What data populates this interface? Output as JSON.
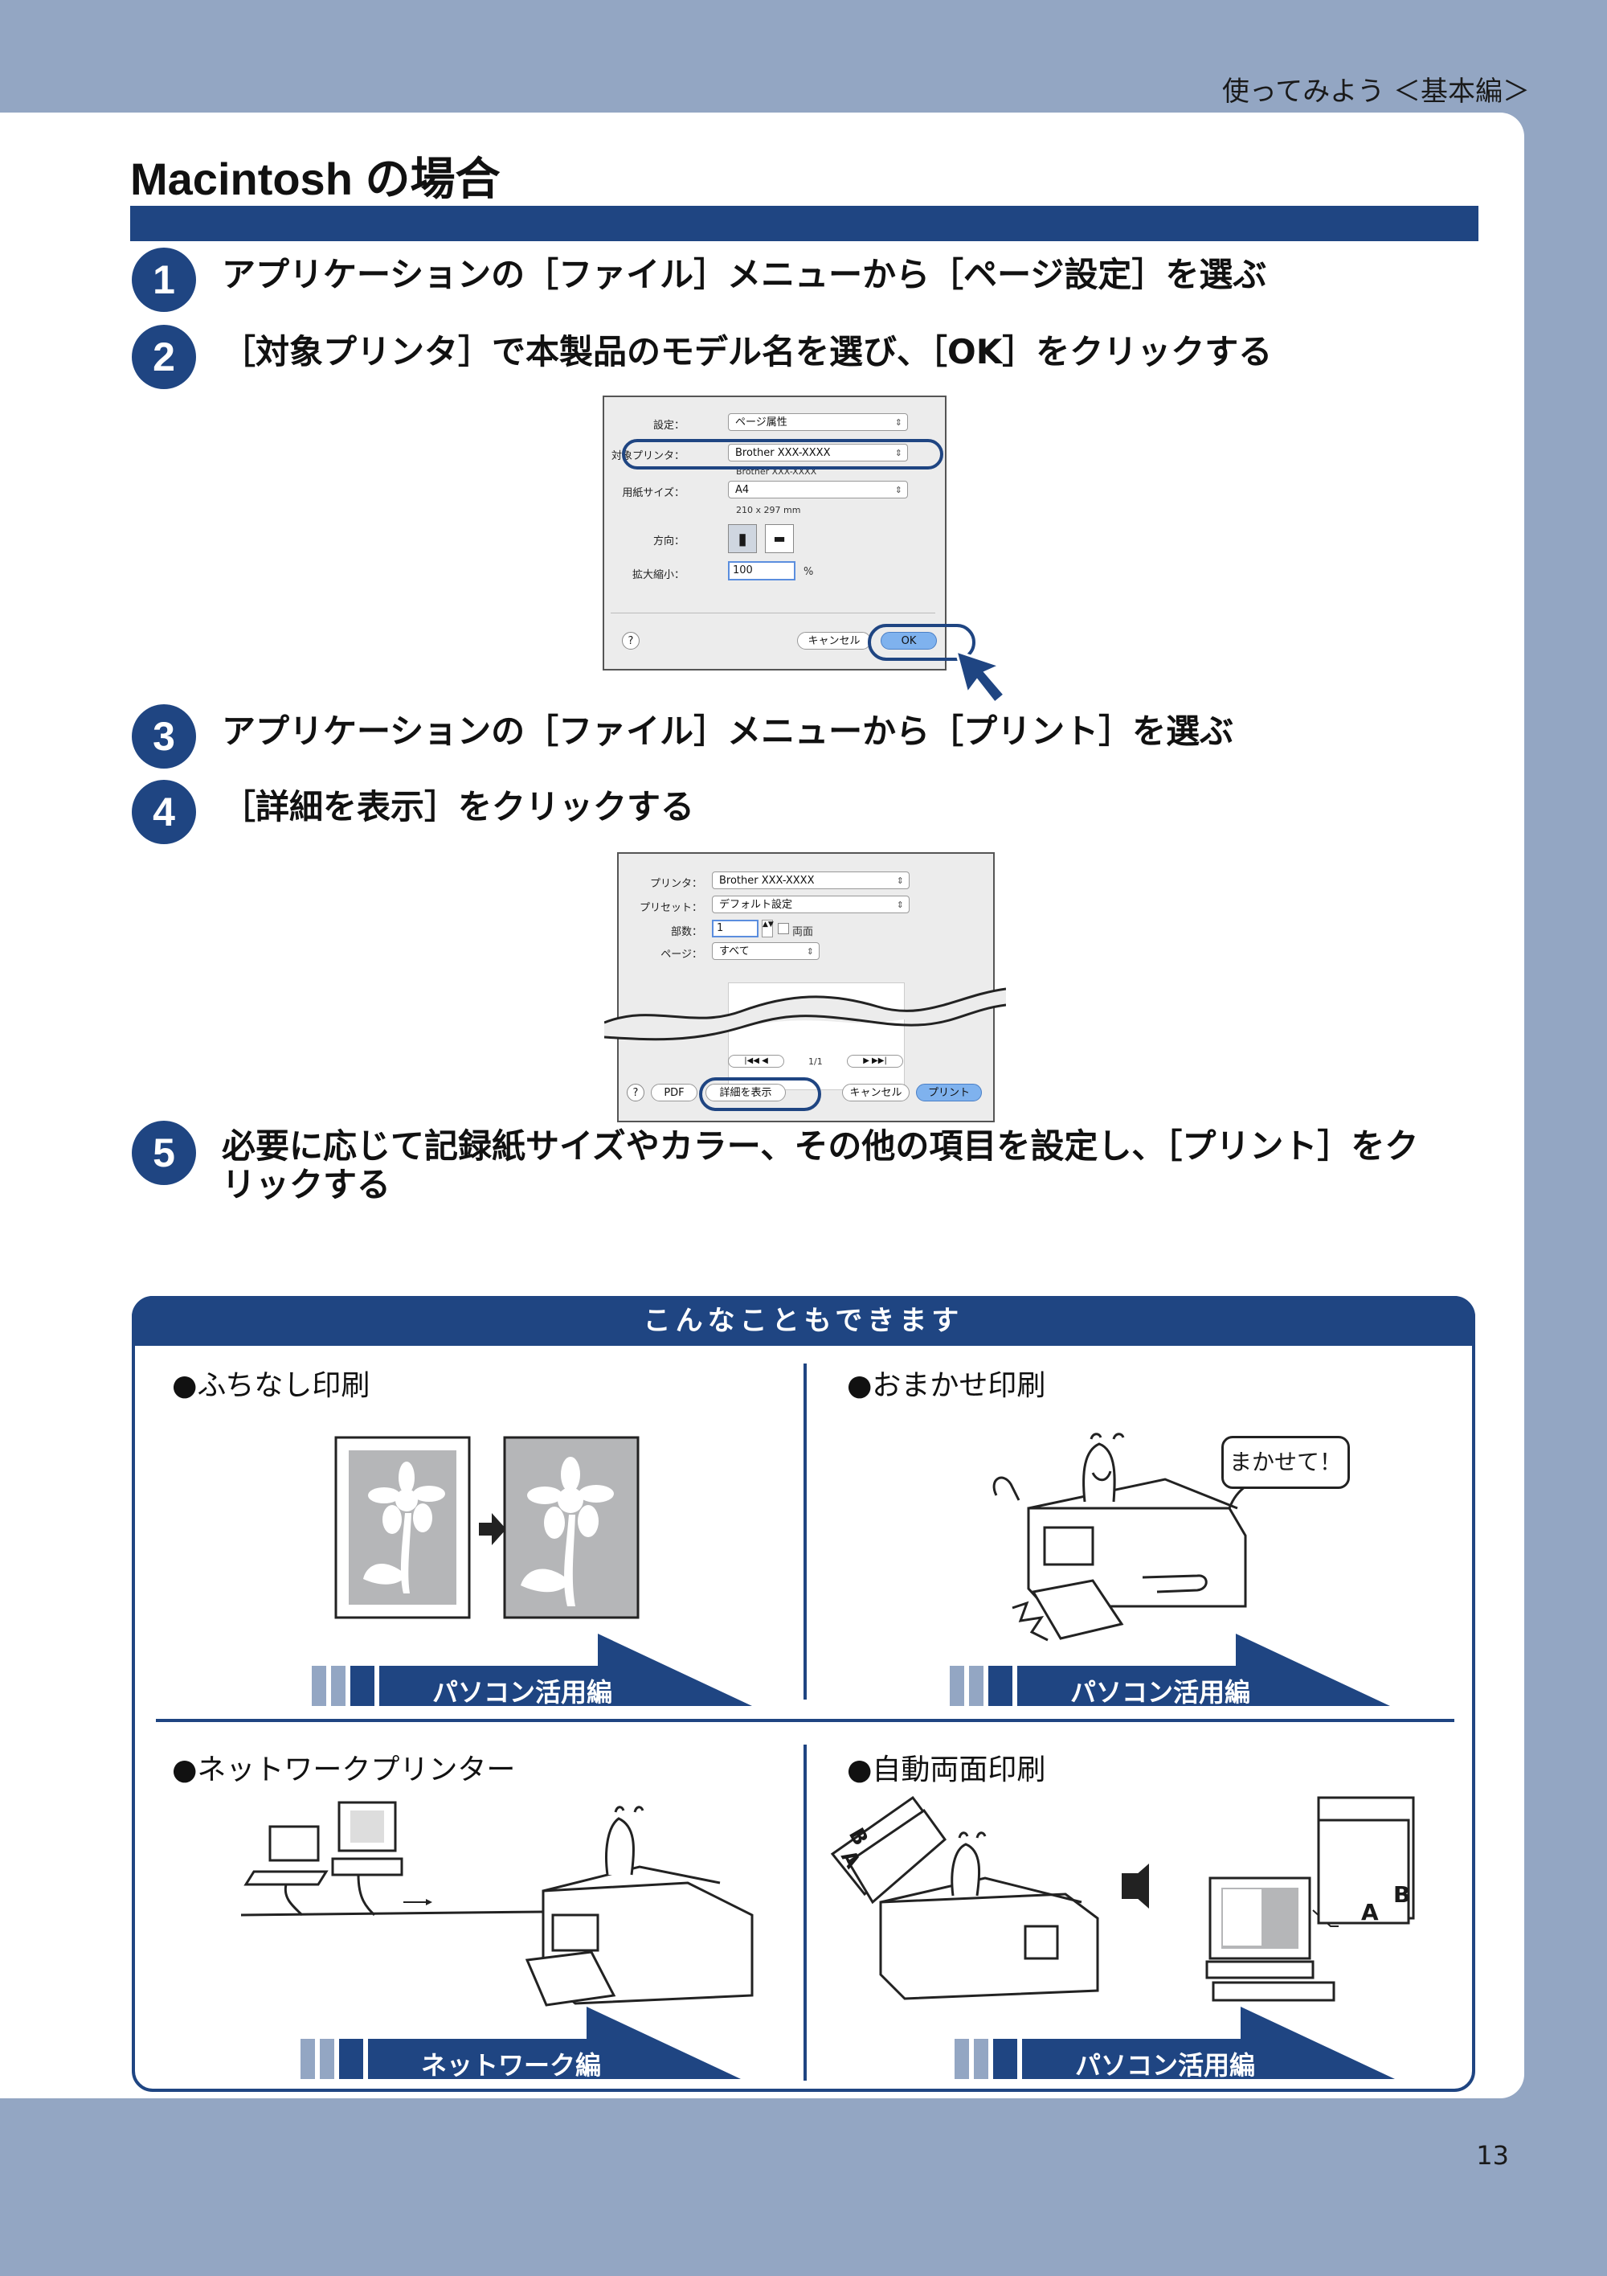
{
  "header": {
    "label": "使ってみよう ＜基本編＞"
  },
  "page_number": "13",
  "section": {
    "title": "Macintosh の場合"
  },
  "steps": [
    {
      "num": "1",
      "text": "アプリケーションの［ファイル］メニューから［ページ設定］を選ぶ"
    },
    {
      "num": "2",
      "text": "［対象プリンタ］で本製品のモデル名を選び、［OK］をクリックする"
    },
    {
      "num": "3",
      "text": "アプリケーションの［ファイル］メニューから［プリント］を選ぶ"
    },
    {
      "num": "4",
      "text": "［詳細を表示］をクリックする"
    },
    {
      "num": "5",
      "text_line1": "必要に応じて記録紙サイズやカラー、その他の項目を設定し、［プリント］をク",
      "text_line2": "リックする"
    }
  ],
  "page_setup_dialog": {
    "settings_label": "設定：",
    "settings_value": "ページ属性",
    "printer_label": "対象プリンタ：",
    "printer_value": "Brother  XXX-XXXX",
    "printer_sub": "Brother  XXX-XXXX",
    "paper_label": "用紙サイズ：",
    "paper_value": "A4",
    "paper_dim": "210 x 297 mm",
    "orientation_label": "方向：",
    "scale_label": "拡大縮小：",
    "scale_value": "100",
    "scale_unit": "%",
    "help": "?",
    "cancel": "キャンセル",
    "ok": "OK"
  },
  "print_dialog": {
    "printer_label": "プリンタ：",
    "printer_value": "Brother XXX-XXXX",
    "preset_label": "プリセット：",
    "preset_value": "デフォルト設定",
    "copies_label": "部数：",
    "copies_value": "1",
    "duplex_label": "両面",
    "pages_label": "ページ：",
    "pages_value": "すべて",
    "page_count": "1/1",
    "help": "?",
    "pdf": "PDF",
    "show_details": "詳細を表示",
    "cancel": "キャンセル",
    "print": "プリント"
  },
  "tips": {
    "header": "こんなこともできます",
    "items": [
      {
        "title": "●ふちなし印刷",
        "banner": "パソコン活用編"
      },
      {
        "title": "●おまかせ印刷",
        "banner": "パソコン活用編",
        "speech": "まかせて！"
      },
      {
        "title": "●ネットワークプリンター",
        "banner": "ネットワーク編"
      },
      {
        "title": "●自動両面印刷",
        "banner": "パソコン活用編",
        "doc_a": "A",
        "doc_b": "B",
        "paper_a": "A",
        "paper_b": "B"
      }
    ]
  },
  "colors": {
    "accent": "#1f4582",
    "page_bg": "#93a6c3",
    "banner_stripe": "#93a6c3"
  }
}
